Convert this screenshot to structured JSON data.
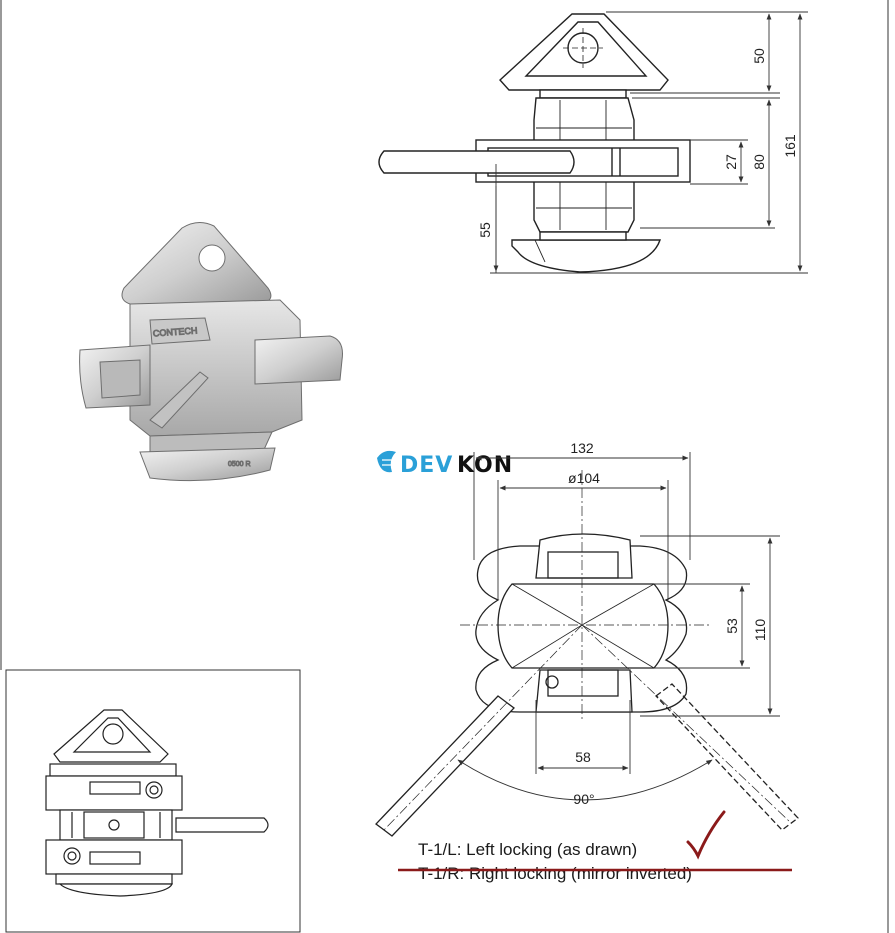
{
  "logo": {
    "part1": "DEV",
    "part2": "KON",
    "color_dev": "#2aa0d8",
    "color_kon": "#111111"
  },
  "side_view_dims": {
    "head_height": "50",
    "total_height": "161",
    "body_height": "80",
    "slot_height": "27",
    "lower_height": "55"
  },
  "top_view_dims": {
    "overall_width": "132",
    "diameter": "ø104",
    "inner_height": "53",
    "overall_height": "110",
    "bottom_width": "58",
    "angle": "90°"
  },
  "casting_marks": {
    "brand": "CONTECH",
    "code": "0500 R"
  },
  "notes": {
    "left": "T-1/L: Left locking (as drawn)",
    "right": "T-1/R: Right locking (mirror inverted)"
  },
  "colors": {
    "annotation": "#8b1a1a",
    "line": "#222222",
    "dim_line": "#333333",
    "render_fill": "#d8d8d8"
  }
}
